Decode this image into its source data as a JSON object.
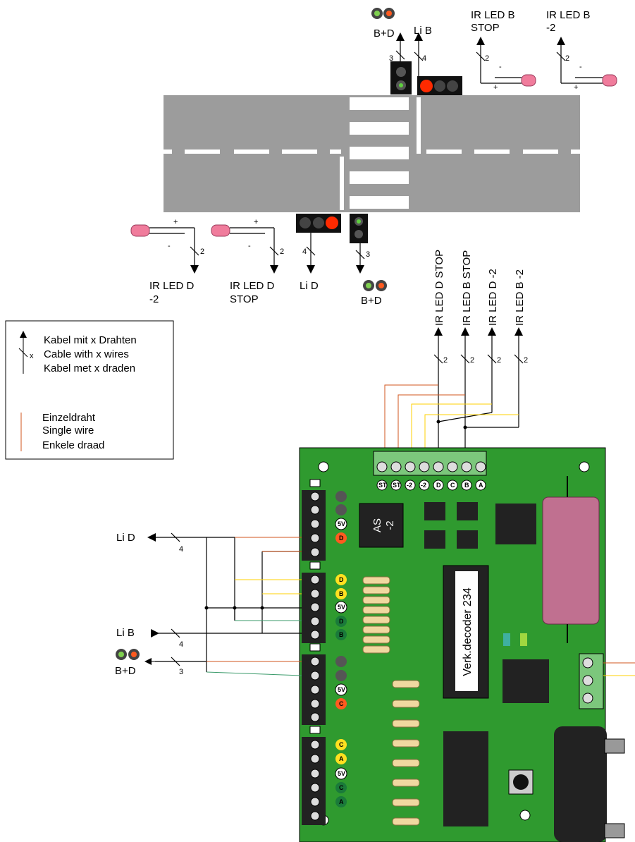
{
  "top": {
    "ped_bd": "B+D",
    "li_b": "Li B",
    "ir_b_stop_1": "IR LED B",
    "ir_b_stop_2": "STOP",
    "ir_b2_1": "IR LED B",
    "ir_b2_2": "-2",
    "wire_3": "3",
    "wire_4": "4",
    "wire_2": "2",
    "plus": "+",
    "minus": "-"
  },
  "bottom": {
    "ir_d2_1": "IR LED D",
    "ir_d2_2": "-2",
    "ir_dstop_1": "IR LED D",
    "ir_dstop_2": "STOP",
    "li_d": "Li D",
    "ped_bd": "B+D"
  },
  "vertical_labels": [
    "IR LED D STOP",
    "IR LED B STOP",
    "IR LED D -2",
    "IR LED B -2"
  ],
  "legend": {
    "cable_1": "Kabel mit x Drahten",
    "cable_2": "Cable with x wires",
    "cable_3": "Kabel met x draden",
    "x": "x",
    "wire_1": "Einzeldraht",
    "wire_2": "Single wire",
    "wire_3": "Enkele draad"
  },
  "board": {
    "chip_as": [
      "AS",
      "-2"
    ],
    "chip_main": "Verk.decoder 234",
    "top_pins": [
      "ST",
      "ST",
      "-2",
      "-2",
      "D",
      "C",
      "B",
      "A"
    ],
    "left_li_d": "Li D",
    "left_li_b": "Li B",
    "left_bd": "B+D",
    "n4": "4",
    "n3": "3",
    "pin_5v": "5V",
    "pin_b": "B",
    "pin_d": "D",
    "pin_a": "A",
    "pin_c": "C"
  },
  "colors": {
    "board": "#2f9a2f",
    "road": "#9c9c9c",
    "wire_red": "#d2541c",
    "wire_yellow": "#ffd200",
    "wire_green": "#3a9a6a",
    "capacitor": "#c07090"
  }
}
